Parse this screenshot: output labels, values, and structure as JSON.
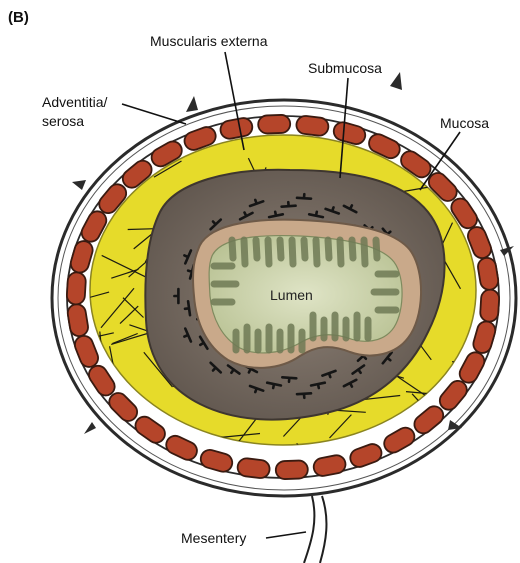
{
  "panel_label": "(B)",
  "labels": {
    "muscularis_externa": "Muscularis externa",
    "submucosa": "Submucosa",
    "adventitia_line1": "Adventitia/",
    "adventitia_line2": "serosa",
    "mucosa": "Mucosa",
    "lumen": "Lumen",
    "mesentery": "Mesentery"
  },
  "colors": {
    "outer_ring": "#2b2b2b",
    "serosa_fill": "#ffffff",
    "muscle_cell": "#b5452a",
    "muscle_cell_edge": "#3a1a10",
    "submucosa_fill": "#e6db2a",
    "submucosa_lines": "#1c1c12",
    "mucosa_fill": "#7b6e63",
    "mucosa_marks": "#151515",
    "epithelium": "#c9a98a",
    "lumen_fill": "#c8cfa8",
    "villi": "#6f7a55"
  }
}
